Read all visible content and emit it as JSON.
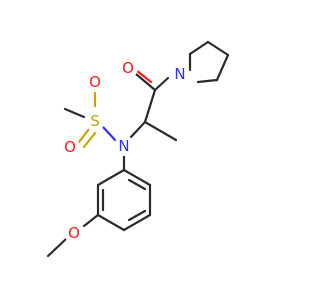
{
  "colors": {
    "carbon": "#2b2b2b",
    "oxygen": "#ff1a1a",
    "nitrogen": "#2e2eff",
    "sulfur": "#c9a400"
  },
  "atoms": {
    "o_carbonyl": "O",
    "n_pyrrolidine": "N",
    "n_sulfonamide": "N",
    "s_sulfonyl": "S",
    "o_sulfonyl_top": "O",
    "o_sulfonyl_bottom": "O",
    "o_methoxy": "O"
  }
}
